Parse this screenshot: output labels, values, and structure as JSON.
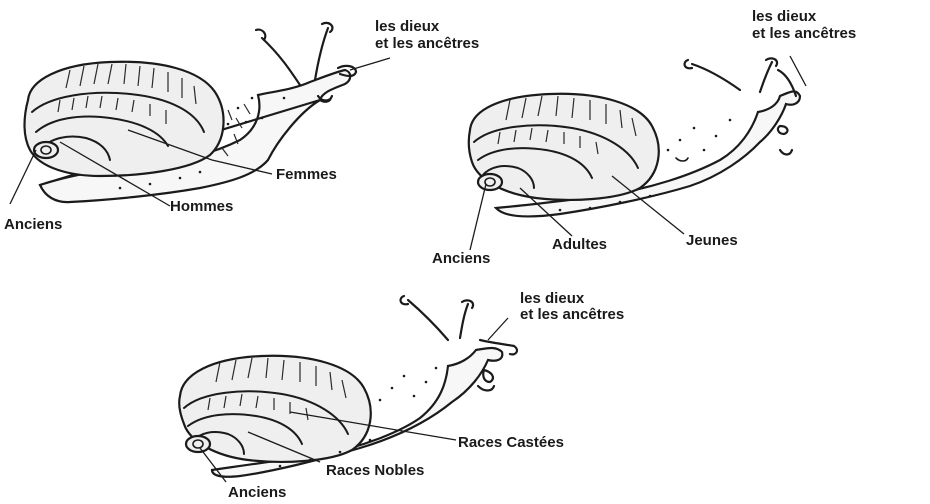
{
  "snails": [
    {
      "id": "gender",
      "labels": {
        "head": [
          "les dieux",
          "et les ancêtres"
        ],
        "outer": "Femmes",
        "middle": "Hommes",
        "core": "Anciens"
      }
    },
    {
      "id": "age",
      "labels": {
        "head": [
          "les dieux",
          "et les ancêtres"
        ],
        "outer": "Jeunes",
        "middle": "Adultes",
        "core": "Anciens"
      }
    },
    {
      "id": "caste",
      "labels": {
        "head": [
          "les dieux",
          "et les ancêtres"
        ],
        "outer": "Races Castées",
        "middle": "Races Nobles",
        "core": "Anciens"
      }
    }
  ],
  "ink_color": "#1b1b1b"
}
